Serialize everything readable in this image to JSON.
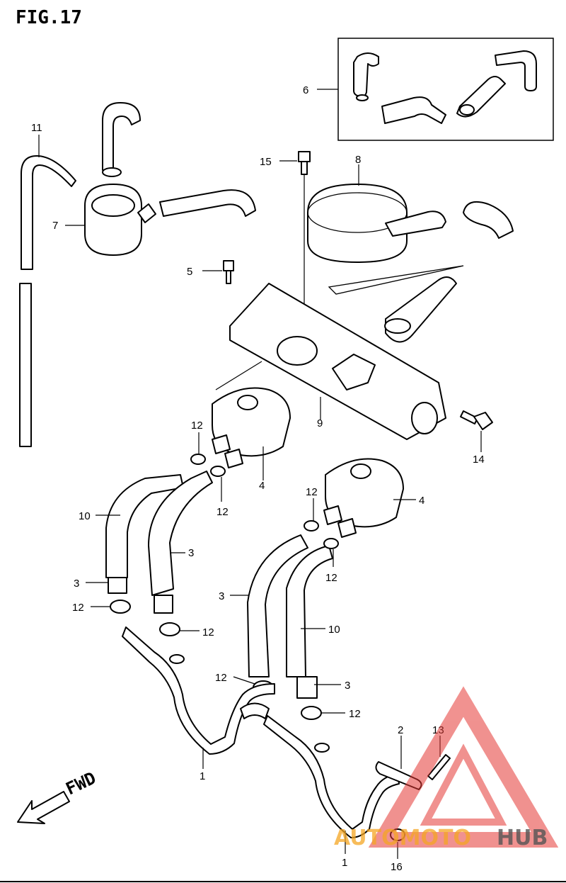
{
  "figure": {
    "title": "FIG.17",
    "fwd_label": "FWD"
  },
  "callouts": [
    {
      "id": "c1a",
      "text": "1"
    },
    {
      "id": "c1b",
      "text": "1"
    },
    {
      "id": "c2",
      "text": "2"
    },
    {
      "id": "c3a",
      "text": "3"
    },
    {
      "id": "c3b",
      "text": "3"
    },
    {
      "id": "c3c",
      "text": "3"
    },
    {
      "id": "c3d",
      "text": "3"
    },
    {
      "id": "c4a",
      "text": "4"
    },
    {
      "id": "c4b",
      "text": "4"
    },
    {
      "id": "c5",
      "text": "5"
    },
    {
      "id": "c6",
      "text": "6"
    },
    {
      "id": "c7",
      "text": "7"
    },
    {
      "id": "c8",
      "text": "8"
    },
    {
      "id": "c9",
      "text": "9"
    },
    {
      "id": "c10a",
      "text": "10"
    },
    {
      "id": "c10b",
      "text": "10"
    },
    {
      "id": "c11",
      "text": "11"
    },
    {
      "id": "c12a",
      "text": "12"
    },
    {
      "id": "c12b",
      "text": "12"
    },
    {
      "id": "c12c",
      "text": "12"
    },
    {
      "id": "c12d",
      "text": "12"
    },
    {
      "id": "c12e",
      "text": "12"
    },
    {
      "id": "c12f",
      "text": "12"
    },
    {
      "id": "c12g",
      "text": "12"
    },
    {
      "id": "c12h",
      "text": "12"
    },
    {
      "id": "c13",
      "text": "13"
    },
    {
      "id": "c14",
      "text": "14"
    },
    {
      "id": "c15",
      "text": "15"
    },
    {
      "id": "c16",
      "text": "16"
    }
  ],
  "watermark": {
    "brand_a": "AUTOMOTO",
    "brand_b": "HUB",
    "color_a": "#f5a623",
    "color_b": "#555555",
    "triangle_color": "#e53935"
  }
}
